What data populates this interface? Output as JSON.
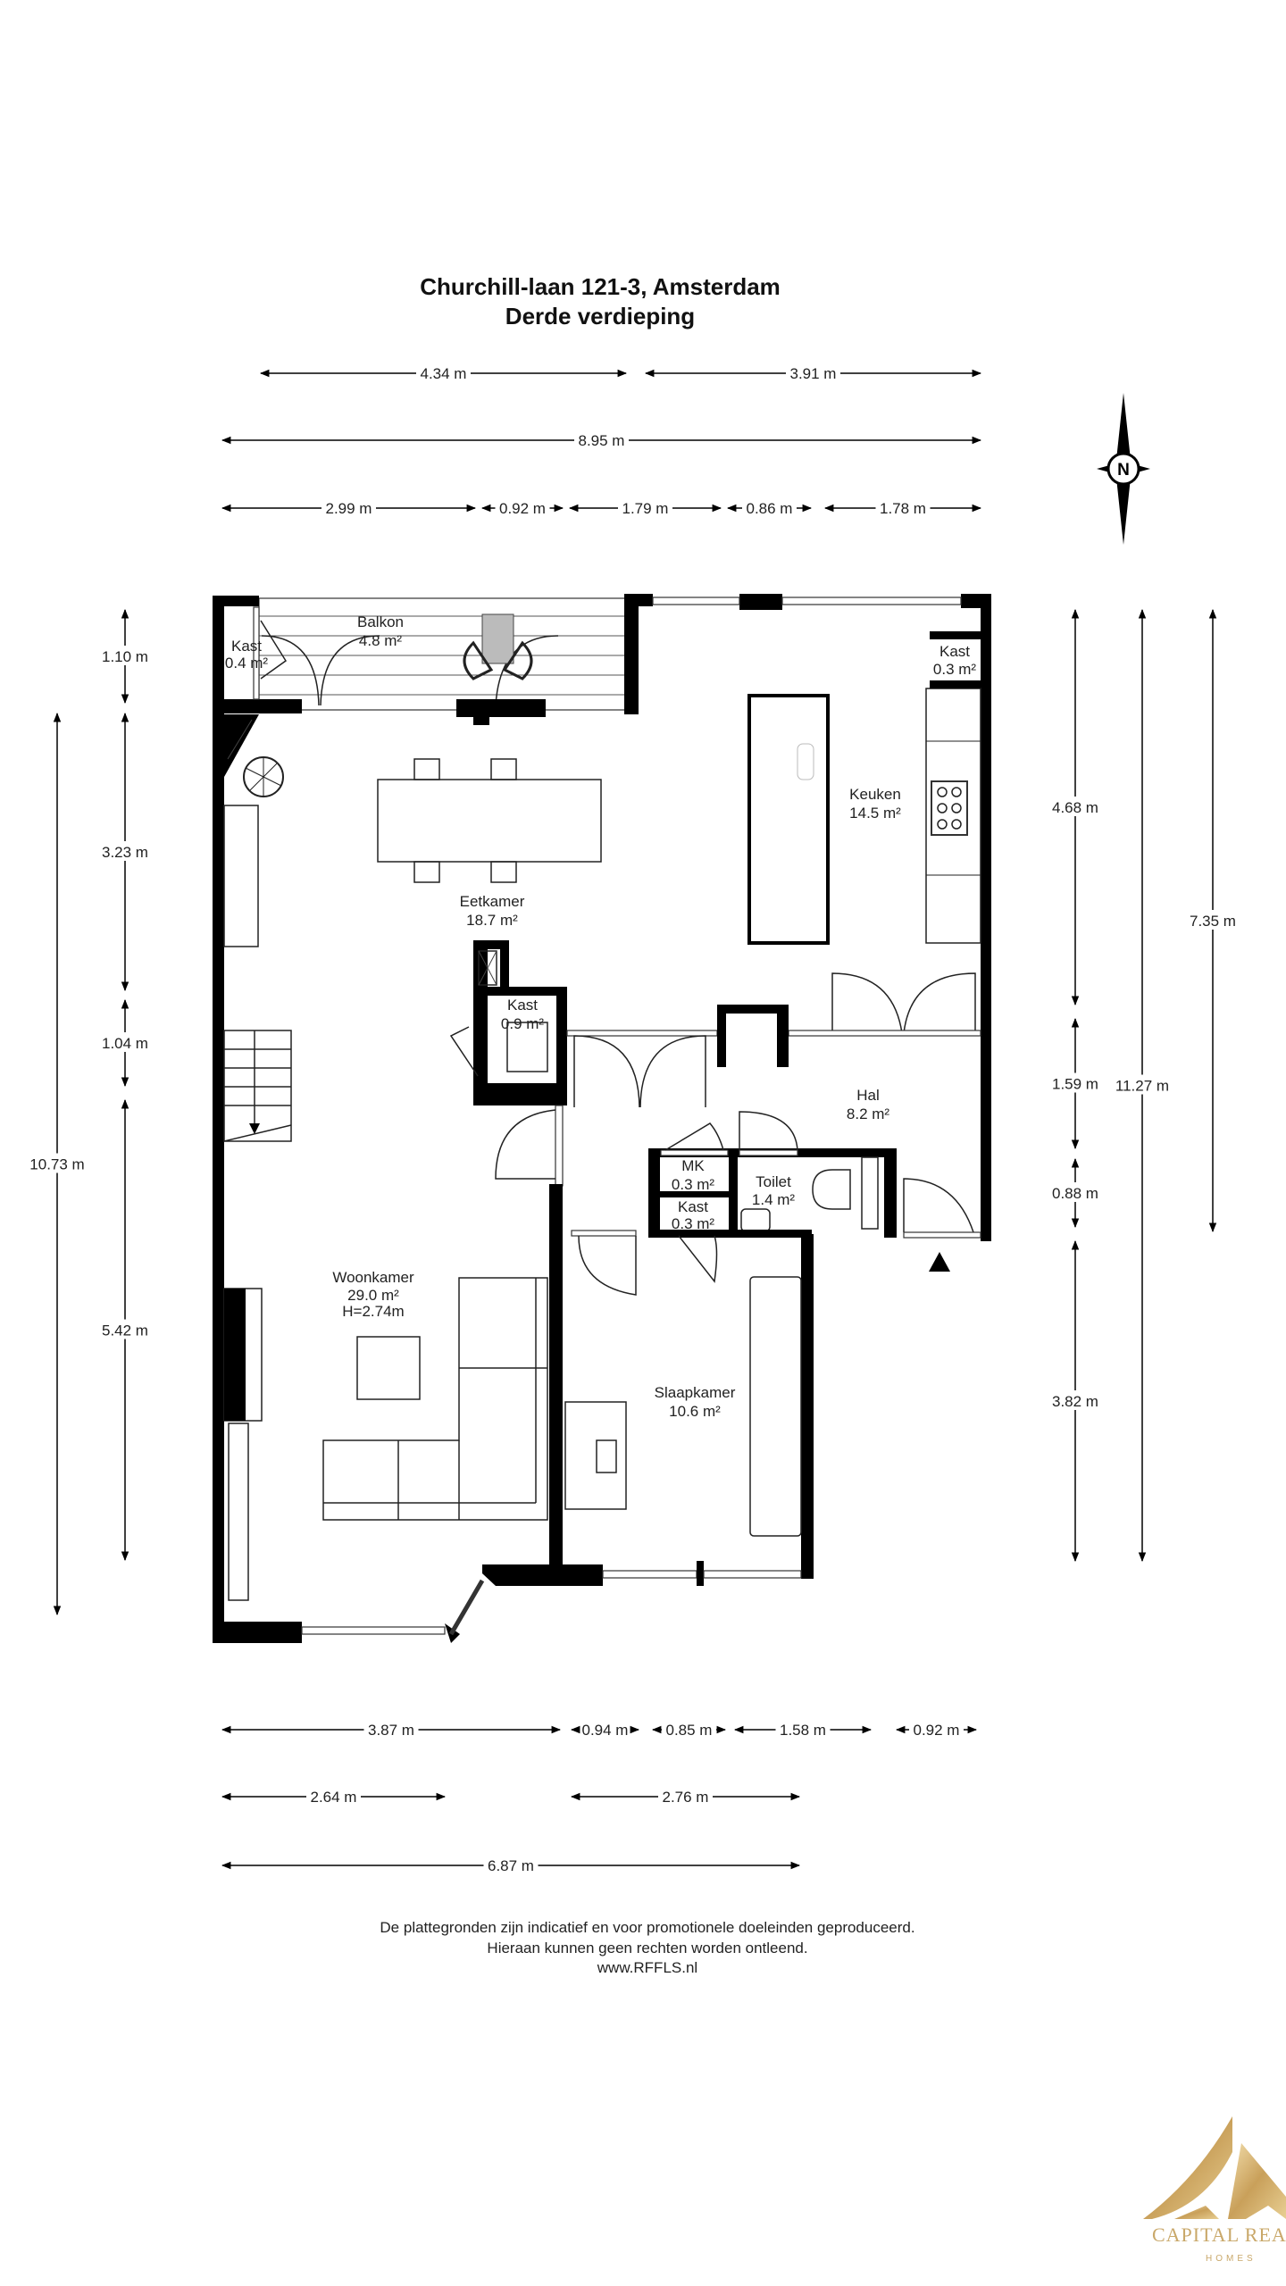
{
  "header": {
    "title": "Churchill-laan 121-3, Amsterdam",
    "subtitle": "Derde verdieping"
  },
  "dimensions": {
    "top": [
      "4.34 m",
      "3.91 m",
      "8.95 m",
      "2.99 m",
      "0.92 m",
      "1.79 m",
      "0.86 m",
      "1.78 m"
    ],
    "left": [
      "1.10 m",
      "3.23 m",
      "1.04 m",
      "5.42 m",
      "10.73 m"
    ],
    "right": [
      "4.68 m",
      "1.59 m",
      "0.88 m",
      "3.82 m",
      "11.27 m",
      "7.35 m"
    ],
    "bottom": [
      "3.87 m",
      "0.94 m",
      "0.85 m",
      "1.58 m",
      "0.92 m",
      "2.64 m",
      "2.76 m",
      "6.87 m"
    ]
  },
  "rooms": [
    {
      "name": "Kast",
      "area": "0.4 m²"
    },
    {
      "name": "Balkon",
      "area": "4.8 m²"
    },
    {
      "name": "Kast",
      "area": "0.3 m²"
    },
    {
      "name": "Keuken",
      "area": "14.5 m²"
    },
    {
      "name": "Eetkamer",
      "area": "18.7 m²"
    },
    {
      "name": "Kast",
      "area": "0.9 m²"
    },
    {
      "name": "Hal",
      "area": "8.2 m²"
    },
    {
      "name": "MK",
      "area": "0.3 m²"
    },
    {
      "name": "Toilet",
      "area": "1.4 m²"
    },
    {
      "name": "Kast",
      "area": "0.3 m²"
    },
    {
      "name": "Woonkamer",
      "area": "29.0 m²",
      "height": "H=2.74m"
    },
    {
      "name": "Slaapkamer",
      "area": "10.6 m²"
    }
  ],
  "compass": {
    "label": "N"
  },
  "footer": {
    "line1": "De plattegronden zijn indicatief en voor promotionele doeleinden geproduceerd.",
    "line2": "Hieraan kunnen geen rechten worden ontleend.",
    "line3": "www.RFFLS.nl"
  },
  "logo": {
    "name": "CAPITAL REALTIES",
    "tagline": "HOMES",
    "color": "#c9a86a"
  }
}
